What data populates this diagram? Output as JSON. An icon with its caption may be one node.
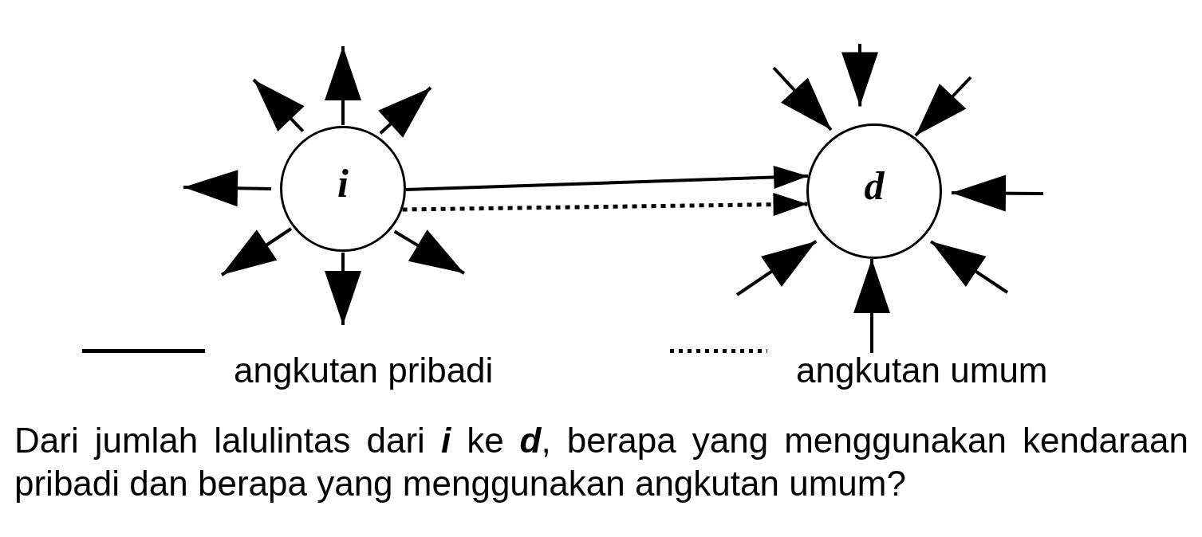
{
  "diagram": {
    "nodes": [
      {
        "text": [
          "i"
        ]
      },
      {
        "text": [
          "d"
        ]
      }
    ],
    "edges": [
      {
        "from": 0,
        "to": 1,
        "arrow": "to"
      },
      {
        "from": 0,
        "to": 1,
        "arrow": "to",
        "style": "dashed"
      },
      {
        "from": 0,
        "to": null,
        "arrow": "to"
      },
      {
        "from": 0,
        "to": null,
        "arrow": "to"
      },
      {
        "from": 0,
        "to": null,
        "arrow": "to"
      },
      {
        "from": 0,
        "to": null,
        "arrow": "to"
      },
      {
        "from": 0,
        "to": null,
        "arrow": "to"
      },
      {
        "from": 0,
        "to": null,
        "arrow": "to"
      },
      {
        "from": 0,
        "to": null,
        "arrow": "to"
      },
      {
        "from": null,
        "to": 1,
        "arrow": "to"
      },
      {
        "from": null,
        "to": 1,
        "arrow": "to"
      },
      {
        "from": null,
        "to": 1,
        "arrow": "to"
      },
      {
        "from": null,
        "to": 1,
        "arrow": "to"
      },
      {
        "from": null,
        "to": 1,
        "arrow": "to"
      },
      {
        "from": null,
        "to": 1,
        "arrow": "to"
      },
      {
        "from": null,
        "to": 1,
        "arrow": "to"
      }
    ],
    "legend": [
      {
        "text": "angkutan pribadi"
      },
      {
        "text": "angkutan umum"
      }
    ],
    "caption": "Dari jumlah lalulintas dari **i** ke **d**, berapa yang menggunakan kendaraan pribadi dan berapa yang menggunakan angkutan umum?"
  }
}
